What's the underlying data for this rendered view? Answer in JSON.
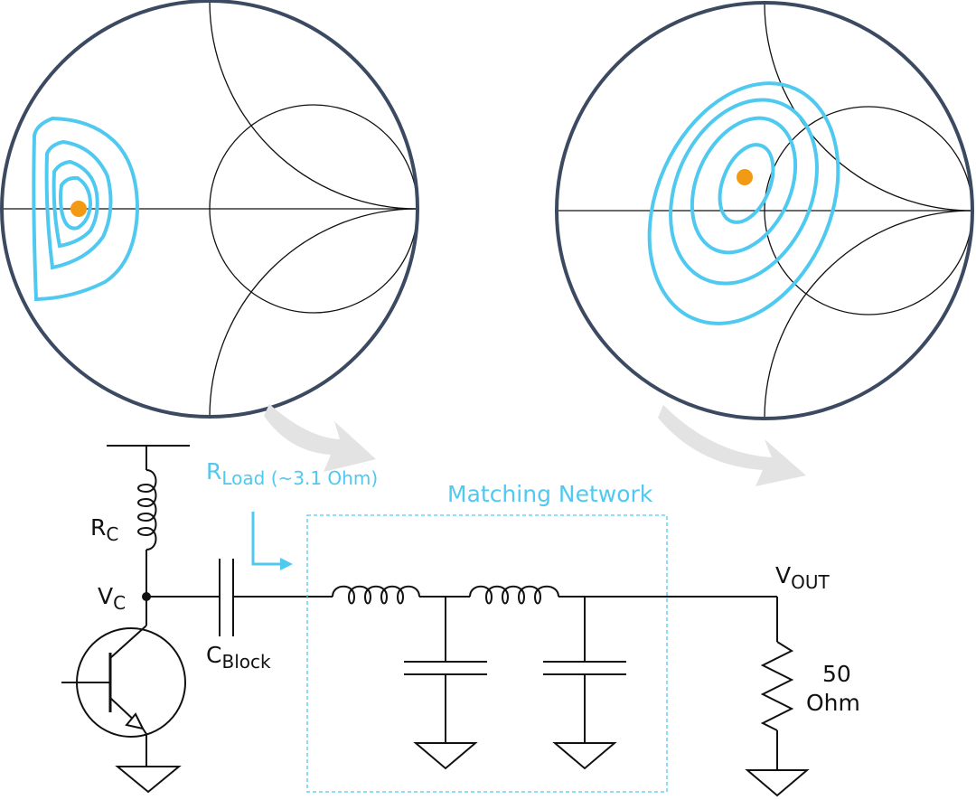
{
  "colors": {
    "accent": "#4fc9ef",
    "marker": "#f39a14",
    "smith_border": "#3c4a61",
    "line": "#111111",
    "arrow": "#e3e3e3"
  },
  "labels": {
    "rc_main": "R",
    "rc_sub": "C",
    "vc_main": "V",
    "vc_sub": "C",
    "cblock_main": "C",
    "cblock_sub": "Block",
    "rload_main": "R",
    "rload_sub": "Load (~3.1 Ohm)",
    "matching_network": "Matching Network",
    "vout_main": "V",
    "vout_sub": "OUT",
    "resistor_value_line1": "50",
    "resistor_value_line2": "Ohm"
  },
  "icons": {
    "inductor": "inductor-coil-icon",
    "capacitor": "capacitor-icon",
    "ground": "ground-icon",
    "transistor": "npn-transistor-icon",
    "resistor": "resistor-zigzag-icon",
    "arrow": "curved-arrow-icon"
  }
}
